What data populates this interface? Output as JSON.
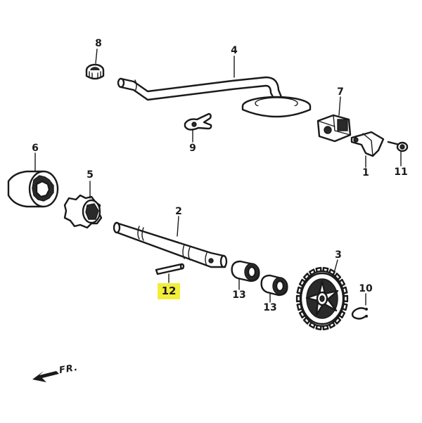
{
  "callouts": [
    {
      "id": "8",
      "text": "8"
    },
    {
      "id": "4",
      "text": "4"
    },
    {
      "id": "7",
      "text": "7"
    },
    {
      "id": "9",
      "text": "9"
    },
    {
      "id": "1",
      "text": "1"
    },
    {
      "id": "11",
      "text": "11"
    },
    {
      "id": "6",
      "text": "6"
    },
    {
      "id": "5",
      "text": "5"
    },
    {
      "id": "2",
      "text": "2"
    },
    {
      "id": "3",
      "text": "3"
    },
    {
      "id": "12",
      "text": "12",
      "highlighted": true
    },
    {
      "id": "13a",
      "text": "13"
    },
    {
      "id": "13b",
      "text": "13"
    },
    {
      "id": "10",
      "text": "10"
    }
  ],
  "front_marker": {
    "text": "FR."
  },
  "colors": {
    "highlight": "#f3ed3a",
    "line": "#1a1a1a"
  }
}
